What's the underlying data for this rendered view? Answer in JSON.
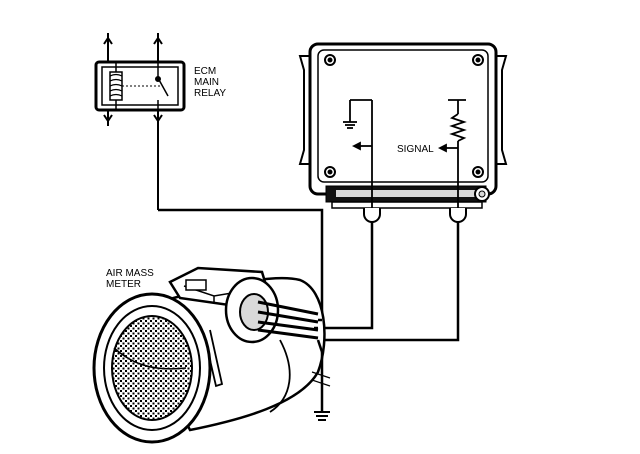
{
  "labels": {
    "relay": "ECM\nMAIN\nRELAY",
    "air_mass_meter": "AIR MASS\nMETER",
    "signal": "SIGNAL"
  },
  "colors": {
    "ink": "#000000",
    "paper": "#ffffff",
    "shade": "#d9d9d9",
    "dark_band": "#111111"
  }
}
